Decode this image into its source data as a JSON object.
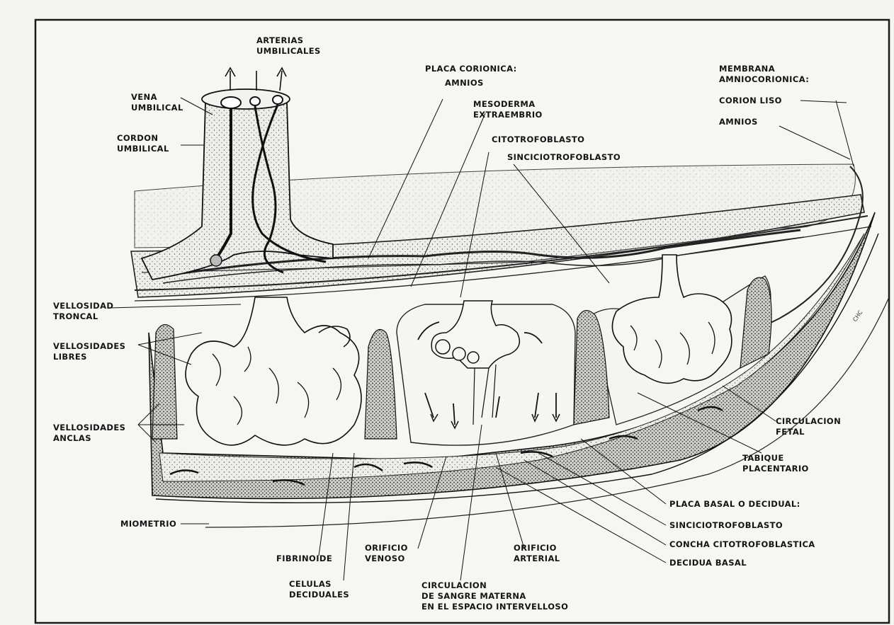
{
  "labels": {
    "arterias_umbilicales": "ARTERIAS\nUMBILICALES",
    "vena_umbilical": "VENA\nUMBILICAL",
    "cordon_umbilical": "CORDON\nUMBILICAL",
    "placa_corionica": "PLACA CORIONICA:",
    "amnios_placa": "AMNIOS",
    "mesoderma": "MESODERMA\nEXTRAEMBRIO",
    "citotrofoblasto": "CITOTROFOBLASTO",
    "sinciciotrofoblasto_top": "SINCICIOTROFOBLASTO",
    "membrana_amniocorionica": "MEMBRANA\nAMNIOCORIONICA:",
    "corion_liso": "CORION LISO",
    "amnios_membrana": "AMNIOS",
    "vellosidad_troncal": "VELLOSIDAD\nTRONCAL",
    "vellosidades_libres": "VELLOSIDADES\nLIBRES",
    "vellosidades_anclas": "VELLOSIDADES\nANCLAS",
    "miometrio": "MIOMETRIO",
    "fibrinoide": "FIBRINOIDE",
    "celulas_deciduales": "CELULAS\nDECIDUALES",
    "orificio_venoso": "ORIFICIO\nVENOSO",
    "circulacion_materna": "CIRCULACION\nDE SANGRE MATERNA\nEN EL ESPACIO INTERVELLOSO",
    "orificio_arterial": "ORIFICIO\nARTERIAL",
    "circulacion_fetal": "CIRCULACION\nFETAL",
    "tabique_placentario": "TABIQUE\nPLACENTARIO",
    "placa_basal": "PLACA BASAL O DECIDUAL:",
    "sinciciotrofoblasto_bottom": "SINCICIOTROFOBLASTO",
    "concha_citotrofoblastica": "CONCHA CITOTROFOBLASTICA",
    "decidua_basal": "DECIDUA BASAL"
  },
  "colors": {
    "ink": "#1a1a1a",
    "paper": "#f4f4f2",
    "tissue": "#e9e9e6",
    "vessel": "#2a2a2a"
  }
}
